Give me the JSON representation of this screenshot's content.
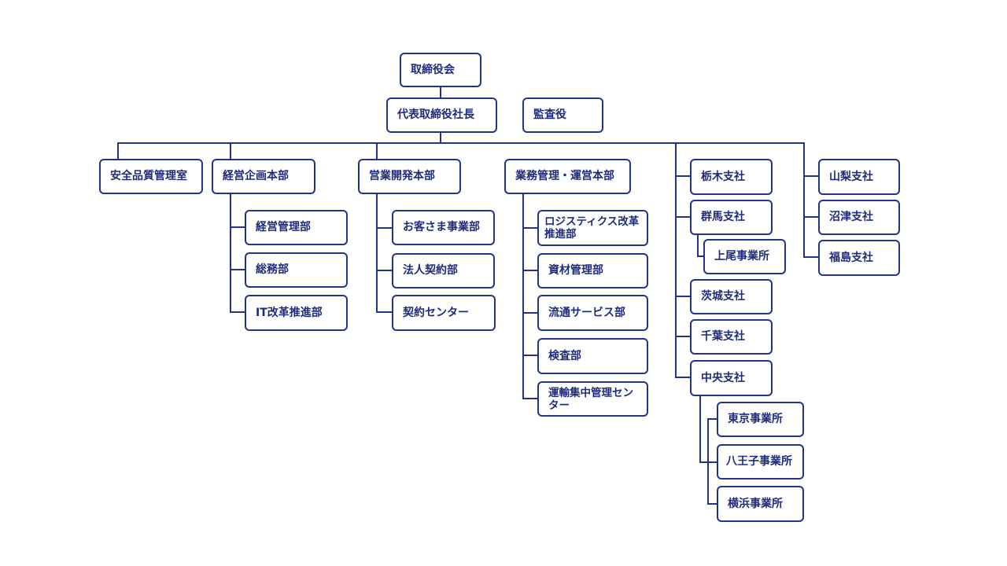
{
  "org_chart": {
    "board": "取締役会",
    "president": "代表取締役社長",
    "auditor": "監査役",
    "safety_office": "安全品質管理室",
    "management_hq": {
      "label": "経営企画本部",
      "children": [
        "経営管理部",
        "総務部",
        "IT改革推進部"
      ]
    },
    "sales_hq": {
      "label": "営業開発本部",
      "children": [
        "お客さま事業部",
        "法人契約部",
        "契約センター"
      ]
    },
    "operations_hq": {
      "label": "業務管理・運営本部",
      "children": [
        "ロジスティクス改革推進部",
        "資材管理部",
        "流通サービス部",
        "検査部",
        "運輸集中管理センター"
      ]
    },
    "branches_a": [
      {
        "label": "栃木支社"
      },
      {
        "label": "群馬支社",
        "offices": [
          "上尾事業所"
        ]
      },
      {
        "label": "茨城支社"
      },
      {
        "label": "千葉支社"
      },
      {
        "label": "中央支社",
        "offices": [
          "東京事業所",
          "八王子事業所",
          "横浜事業所"
        ]
      }
    ],
    "branches_b": [
      "山梨支社",
      "沼津支社",
      "福島支社"
    ]
  }
}
